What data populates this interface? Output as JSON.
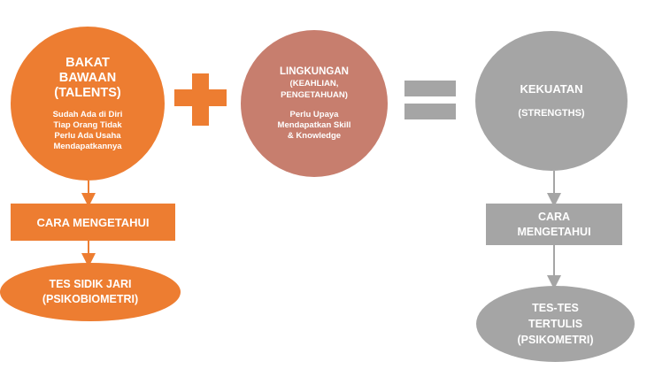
{
  "talents": {
    "title_lines": [
      "BAKAT",
      "BAWAAN",
      "(TALENTS)"
    ],
    "desc_lines": [
      "Sudah Ada di Diri",
      "Tiap Orang Tidak",
      "Perlu Ada Usaha",
      "Mendapatkannya"
    ]
  },
  "lingkungan": {
    "title_line1": "LINGKUNGAN",
    "title_line2": "(KEAHLIAN,",
    "title_line3": "PENGETAHUAN)",
    "desc_lines": [
      "Perlu Upaya",
      "Mendapatkan Skill",
      "& Knowledge"
    ]
  },
  "kekuatan": {
    "title": "KEKUATAN",
    "subtitle": "(STRENGTHS)"
  },
  "left_flow": {
    "cara_label": "CARA MENGETAHUI",
    "tes_lines": [
      "TES SIDIK JARI",
      "(PSIKOBIOMETRI)"
    ]
  },
  "right_flow": {
    "cara_lines": [
      "CARA",
      "MENGETAHUI"
    ],
    "tes_lines": [
      "TES-TES",
      "TERTULIS",
      "(PSIKOMETRI)"
    ]
  },
  "colors": {
    "orange": "#ED7D31",
    "rose": "#C77E6E",
    "gray": "#A5A5A5"
  },
  "icons": {
    "plus": "plus-icon",
    "equals": "equals-icon"
  }
}
